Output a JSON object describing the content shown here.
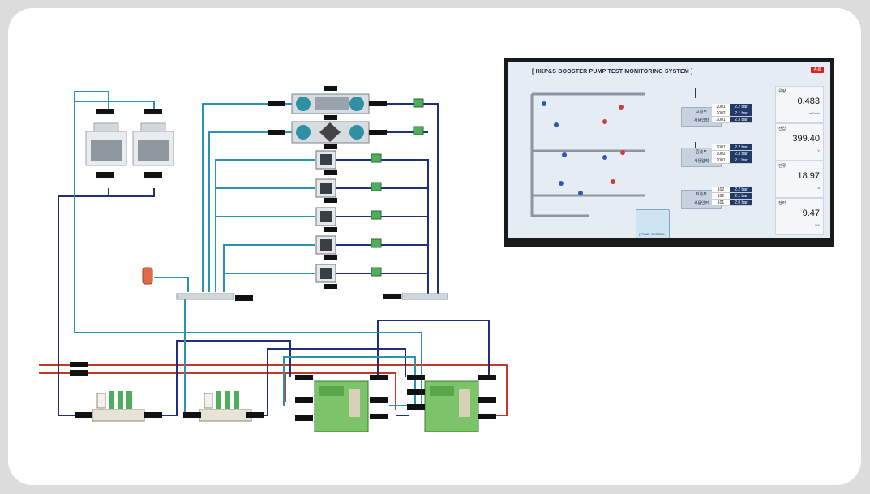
{
  "monitor": {
    "title": "[ HKP&S BOOSTER PUMP TEST MONITORING SYSTEM ]",
    "top_button": "종료",
    "zones": [
      {
        "label1": "고층부",
        "label2": "사용압력",
        "rows": [
          {
            "id": "2001",
            "value": "2.2 bar"
          },
          {
            "id": "2002",
            "value": "2.1 bar"
          },
          {
            "id": "2001",
            "value": "2.3 bar"
          }
        ]
      },
      {
        "label1": "중층부",
        "label2": "사용압력",
        "rows": [
          {
            "id": "1001",
            "value": "2.2 bar"
          },
          {
            "id": "1002",
            "value": "2.3 bar"
          },
          {
            "id": "1001",
            "value": "2.1 bar"
          }
        ]
      },
      {
        "label1": "저층부",
        "label2": "사용압력",
        "rows": [
          {
            "id": "102",
            "value": "2.2 bar"
          },
          {
            "id": "102",
            "value": "2.1 bar"
          },
          {
            "id": "101",
            "value": "2.0 bar"
          }
        ]
      }
    ],
    "stats": [
      {
        "label": "유량",
        "value": "0.483",
        "unit": "m3/min"
      },
      {
        "label": "전압",
        "value": "399.40",
        "unit": "V"
      },
      {
        "label": "전류",
        "value": "18.97",
        "unit": "A"
      },
      {
        "label": "전력",
        "value": "9.47",
        "unit": "kW"
      }
    ],
    "pump_system_label": "[ PUMP SYSTEM ]"
  },
  "colors": {
    "pipe_dark": "#1f2f7a",
    "pipe_light": "#2a93b0",
    "pipe_hot": "#c0392b",
    "chiller": "#7cc46a",
    "sensor": "#111111"
  }
}
